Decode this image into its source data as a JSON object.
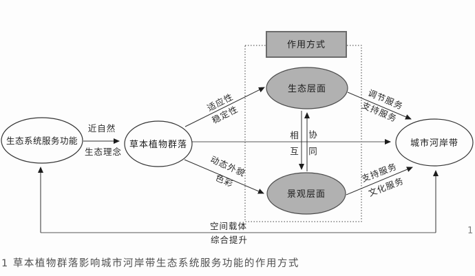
{
  "figure": {
    "nodes": {
      "ecosystem_service": "生态系统服务功能",
      "herb_community": "草本植物群落",
      "mode_box": "作用方式",
      "eco_level": "生态层面",
      "landscape_level": "景观层面",
      "urban_riparian": "城市河岸带"
    },
    "edges": {
      "near_natural_top": "近自然",
      "near_natural_bottom": "生态理念",
      "adaptability": "适应性",
      "stability": "稳定性",
      "dynamic_appearance": "动态外貌",
      "color_label": "色彩",
      "regulating_service": "调节服务",
      "supporting_service_upper": "支持服务",
      "supporting_service_lower": "支持服务",
      "cultural_service": "文化服务",
      "mutual_char1": "相",
      "mutual_char2": "互",
      "synergy_char1": "协",
      "synergy_char2": "同",
      "spatial_carrier": "空间载体",
      "comprehensive_improvement": "综合提升"
    },
    "colors": {
      "node_gray_fill": "#b1b1b1",
      "gray_border": "#6b6b6b",
      "white_fill": "#fdfdfd"
    }
  },
  "caption": "1 草本植物群落影响城市河岸带生态系统服务功能的作用方式",
  "page_number": "1"
}
